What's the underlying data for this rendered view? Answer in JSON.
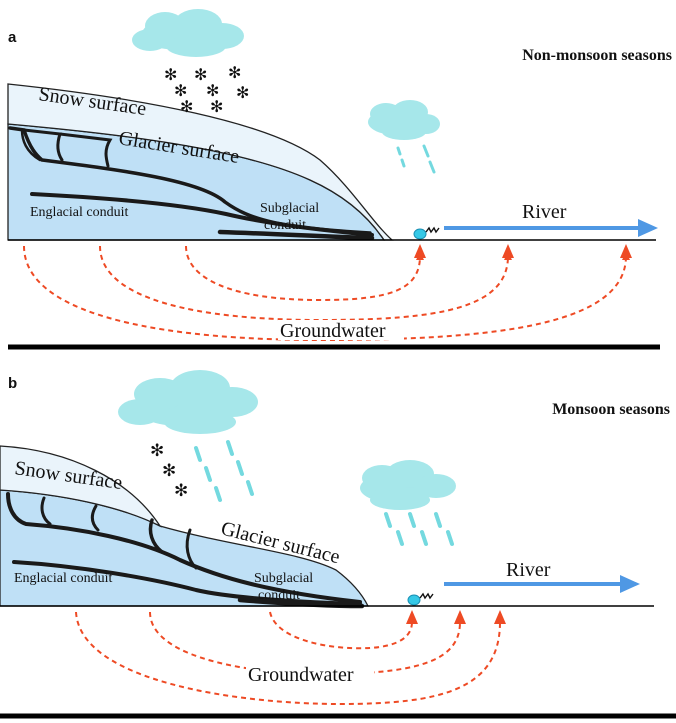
{
  "panels": [
    {
      "letter": "a",
      "title": "Non-monsoon seasons",
      "labels": {
        "snow": "Snow surface",
        "glacier": "Glacier surface",
        "englacial": "Englacial conduit",
        "subglacial_line1": "Subglacial",
        "subglacial_line2": "conduit",
        "river": "River",
        "groundwater": "Groundwater"
      }
    },
    {
      "letter": "b",
      "title": "Monsoon seasons",
      "labels": {
        "snow": "Snow surface",
        "glacier": "Glacier surface",
        "englacial": "Englacial conduit",
        "subglacial_line1": "Subglacial",
        "subglacial_line2": "conduit",
        "river": "River",
        "groundwater": "Groundwater"
      }
    }
  ],
  "colors": {
    "ice": "#bfe0f6",
    "snow": "#eaf4fb",
    "conduit": "#1a1a1a",
    "cloud": "#a6e7ea",
    "precip": "#74d9df",
    "river_arrow": "#4f98e4",
    "groundwater": "#ee4a24",
    "ground": "#000000"
  },
  "icons": [
    "cloud-icon",
    "snowflake-icon",
    "rain-icon",
    "arrow-right-icon",
    "arrow-up-icon",
    "spring-icon"
  ]
}
